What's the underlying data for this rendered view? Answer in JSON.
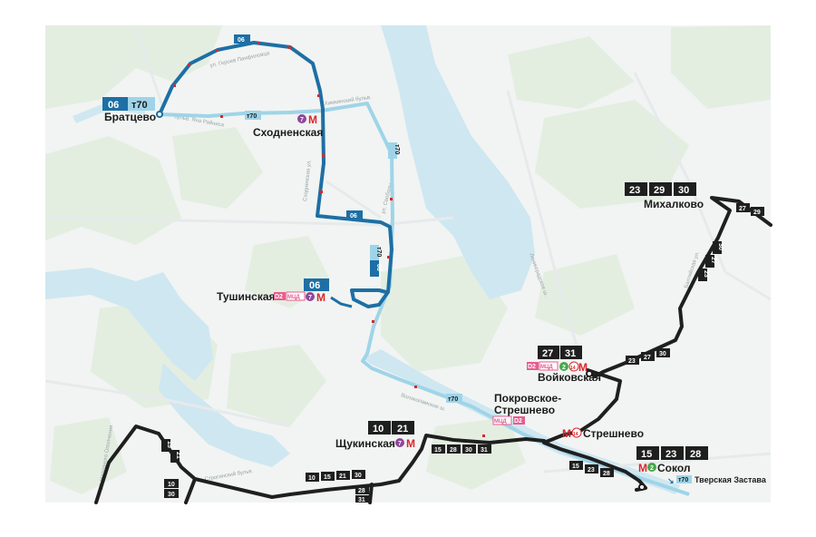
{
  "colors": {
    "route_06": "#1d6fa5",
    "route_t70": "#9fd4e8",
    "route_black": "#1f1f1f",
    "river": "#cfe7f1",
    "park": "#e3eee1",
    "metro_red": "#d7282f",
    "metro_purple": "#8e479b",
    "mcd_pink": "#e85c8f",
    "mcc_green": "#45a84a"
  },
  "icons": {
    "metro": "metro-m-icon",
    "tram": "tram-arrow-icon"
  },
  "routes": {
    "r06": "06",
    "t70": "т70",
    "r10": "10",
    "r15": "15",
    "r21": "21",
    "r23": "23",
    "r27": "27",
    "r28": "28",
    "r29": "29",
    "r30": "30",
    "r31": "31"
  },
  "stations": {
    "bratsevo": "Братцево",
    "skhodnenskaya": "Сходненская",
    "tushinskaya": "Тушинская",
    "voykovskaya": "Войковская",
    "pokrovskoe_line1": "Покровское-",
    "pokrovskoe_line2": "Стрешнево",
    "streshnevo": "Стрешнево",
    "shchukinskaya": "Щукинская",
    "sokol": "Сокол",
    "mikhalkovo": "Михалково",
    "tverskaya_zastava": "Тверская Застава"
  },
  "badges": {
    "d2": "D2",
    "mcd": "МЦД",
    "line7": "7",
    "line2": "2",
    "line14": "14"
  },
  "streets": {
    "geroev": "ул. Героев Панфиловца",
    "yana_raynisa": "бульв. Яна Райниса",
    "khimkinsky": "Химкинский бульв.",
    "skhodnenskaya_ul": "Сходненская ул.",
    "svobody": "ул. Свободы",
    "volokolamskoe": "Волоколамское ш.",
    "leningradskoe": "Ленинградское ш.",
    "stroginsky": "Строгинский бульв.",
    "narodnogo": "ул. Народного Ополчения",
    "baltiyskaya": "Балтийская ул."
  }
}
